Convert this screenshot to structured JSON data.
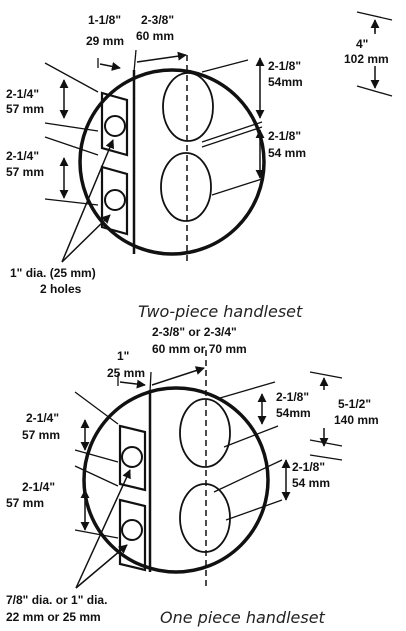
{
  "top": {
    "dims": {
      "backset_in": "1-1/8\"",
      "backset_mm": "29 mm",
      "offset_in": "2-3/8\"",
      "offset_mm": "60 mm",
      "spacing_in": "4\"",
      "spacing_mm": "102 mm",
      "upper_in": "2-1/4\"",
      "upper_mm": "57 mm",
      "lower_in": "2-1/4\"",
      "lower_mm": "57 mm",
      "hole1_in": "2-1/8\"",
      "hole1_mm": "54mm",
      "hole2_in": "2-1/8\"",
      "hole2_mm": "54 mm"
    },
    "holes_label_1": "1\" dia. (25 mm)",
    "holes_label_2": "2 holes",
    "caption": "Two-piece handleset"
  },
  "bottom": {
    "dims": {
      "offset_in": "2-3/8\" or 2-3/4\"",
      "offset_mm": "60 mm or 70 mm",
      "backset_in": "1\"",
      "backset_mm": "25 mm",
      "upper_in": "2-1/4\"",
      "upper_mm": "57 mm",
      "lower_in": "2-1/4\"",
      "lower_mm": "57 mm",
      "hole1_in": "2-1/8\"",
      "hole1_mm": "54mm",
      "hole2_in": "2-1/8\"",
      "hole2_mm": "54 mm",
      "spacing_in": "5-1/2\"",
      "spacing_mm": "140 mm"
    },
    "holes_label_1": "7/8\" dia. or 1\" dia.",
    "holes_label_2": "22 mm or 25 mm",
    "caption": "One piece handleset"
  }
}
